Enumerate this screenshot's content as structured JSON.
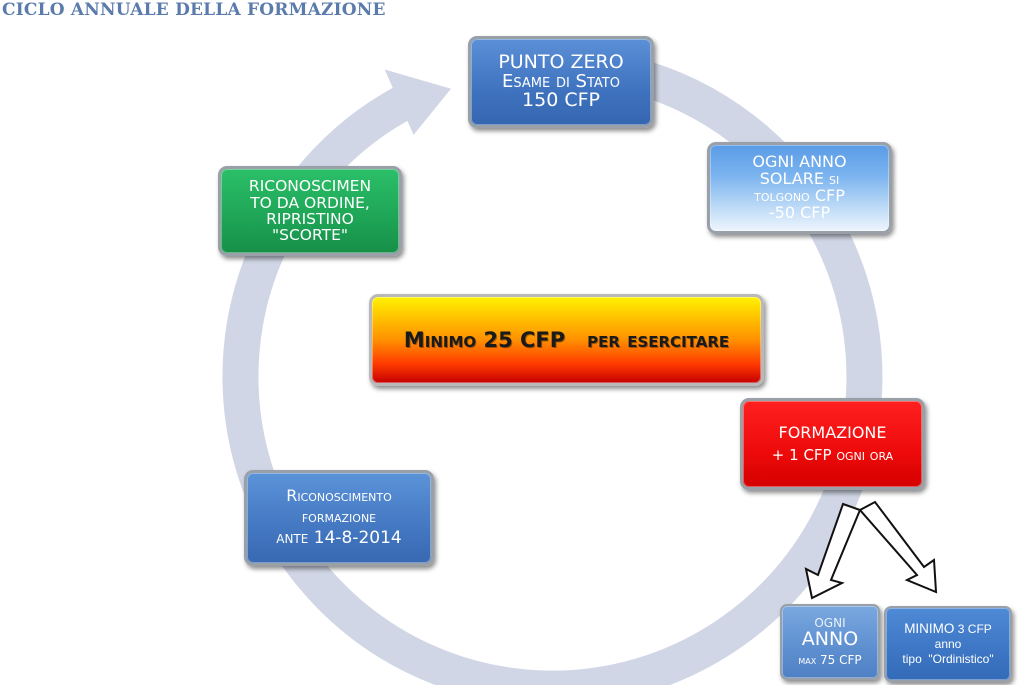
{
  "title": "CICLO ANNUALE DELLA FORMAZIONE",
  "colors": {
    "title": "#5a7bab",
    "cycle_ring": "#d0d6e5",
    "punto_zero": "#4a7fc9",
    "ogni_anno": "#7ab3ef",
    "riconoscimento_ordine": "#1ea456",
    "minimo_top": "#fff200",
    "minimo_bottom": "#c40000",
    "formazione": "#ee0a0a",
    "riconoscimento_formazione": "#4478c2"
  },
  "nodes": {
    "punto_zero": {
      "lines": [
        "PUNTO ZERO",
        "Esame di Stato",
        "150 CFP"
      ]
    },
    "ogni_anno": {
      "lines": [
        "OGNI ANNO",
        "SOLARE",
        "si",
        "tolgono",
        "CFP",
        "-50 CFP"
      ]
    },
    "riconoscimento_ordine": {
      "lines": [
        "RICONOSCIMEN",
        "TO DA ORDINE,",
        "RIPRISTINO",
        "\"SCORTE\""
      ]
    },
    "minimo": {
      "lines": [
        "Minimo 25 CFP",
        "per esercitare"
      ]
    },
    "formazione": {
      "lines": [
        "FORMAZIONE",
        "+ 1 CFP",
        "ogni ora"
      ]
    },
    "riconoscimento_formazione": {
      "lines": [
        "Riconoscimento",
        "formazione",
        "ante",
        "14-8-2014"
      ]
    },
    "ogni_anno_max": {
      "lines": [
        "OGNI",
        "ANNO",
        "max 75 CFP"
      ]
    },
    "minimo_3": {
      "lines": [
        "MINIMO",
        "3 CFP",
        "anno",
        "tipo  \"Ordinistico\""
      ]
    }
  },
  "icons": [
    "cycle-arrow-icon",
    "split-arrow-left-icon",
    "split-arrow-right-icon"
  ]
}
